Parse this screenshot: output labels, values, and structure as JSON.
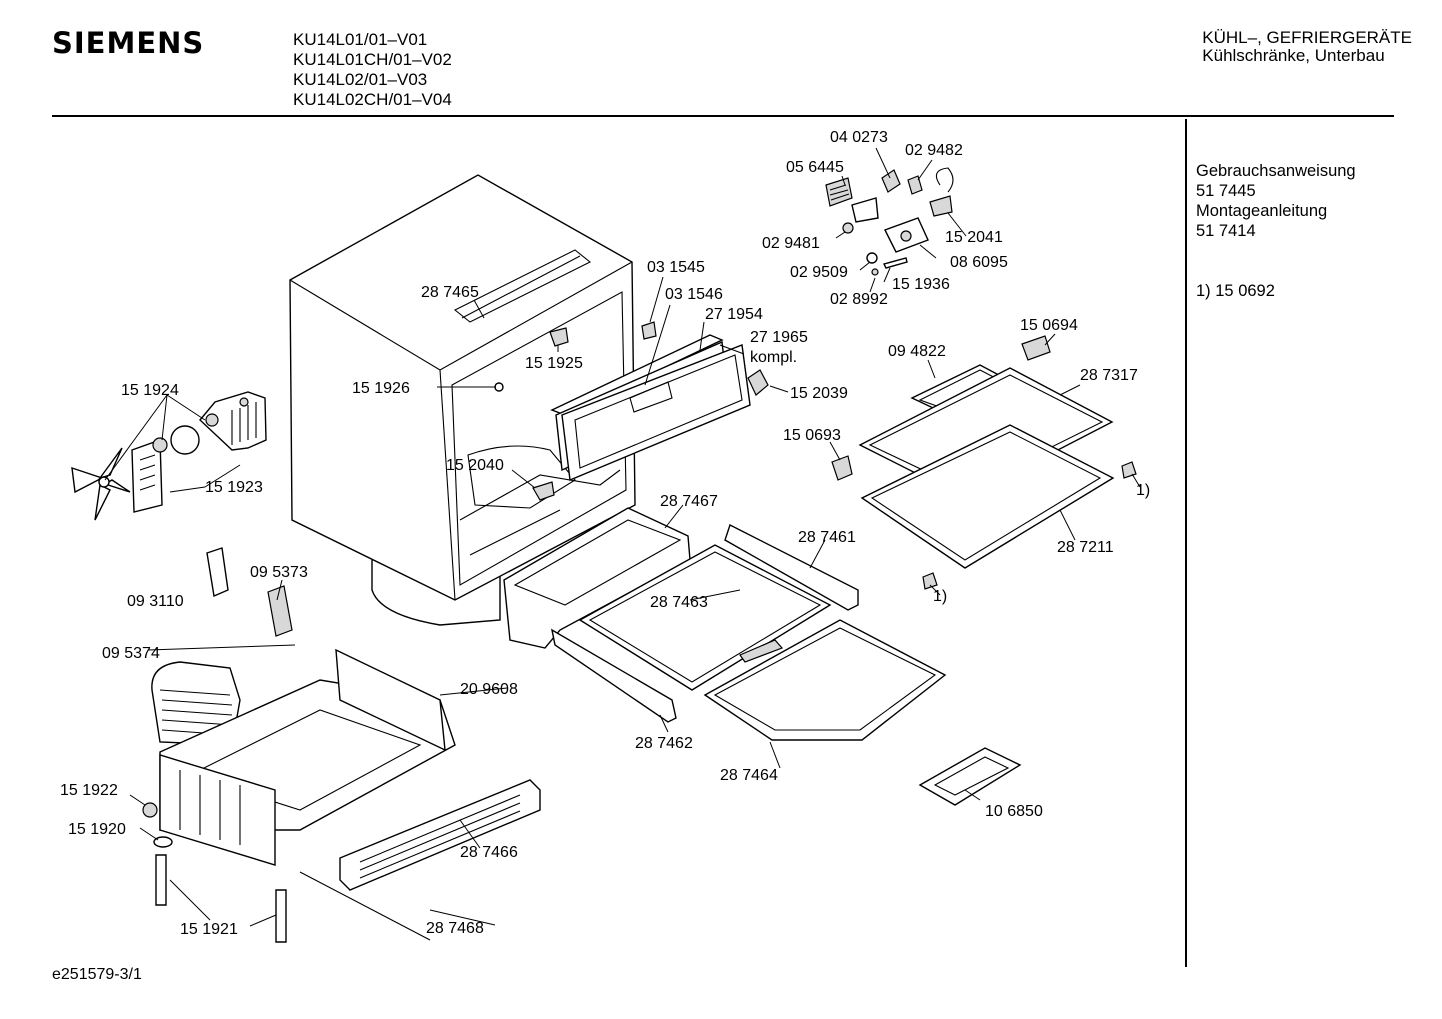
{
  "header": {
    "brand": "SIEMENS",
    "models": [
      "KU14L01/01–V01",
      "KU14L01CH/01–V02",
      "KU14L02/01–V03",
      "KU14L02CH/01–V04"
    ],
    "category_line1": "KÜHL–, GEFRIERGERÄTE",
    "category_line2": "Kühlschränke, Unterbau"
  },
  "sidebar": {
    "manual_label": "Gebrauchsanweisung",
    "manual_number": "51 7445",
    "install_label": "Montageanleitung",
    "install_number": "51 7414",
    "note": "1)  15 0692"
  },
  "footer": {
    "drawing_id": "e251579-3/1"
  },
  "labels": {
    "p040273": "04 0273",
    "p029482": "02 9482",
    "p056445": "05 6445",
    "p152041": "15 2041",
    "p029481": "02 9481",
    "p086095": "08 6095",
    "p029509": "02 9509",
    "p151936": "15 1936",
    "p028992": "02 8992",
    "p031545": "03 1545",
    "p287465": "28 7465",
    "p031546": "03 1546",
    "p271954": "27 1954",
    "p271965": "27 1965",
    "kompl": "kompl.",
    "p151925": "15 1925",
    "p151926": "15 1926",
    "p152039": "15 2039",
    "p150694": "15 0694",
    "p094822": "09 4822",
    "p287317": "28 7317",
    "p151924": "15 1924",
    "p150693": "15 0693",
    "p152040": "15 2040",
    "p151923": "15 1923",
    "note1a": "1)",
    "p287467": "28 7467",
    "p287461": "28 7461",
    "p287211": "28 7211",
    "p095373": "09 5373",
    "p093110": "09 3110",
    "p287463": "28 7463",
    "note1b": "1)",
    "p095374": "09 5374",
    "p209608": "20 9608",
    "p287462": "28 7462",
    "p287464": "28 7464",
    "p151922": "15 1922",
    "p106850": "10 6850",
    "p151920": "15 1920",
    "p287466": "28 7466",
    "p287468": "28 7468",
    "p151921": "15 1921"
  }
}
